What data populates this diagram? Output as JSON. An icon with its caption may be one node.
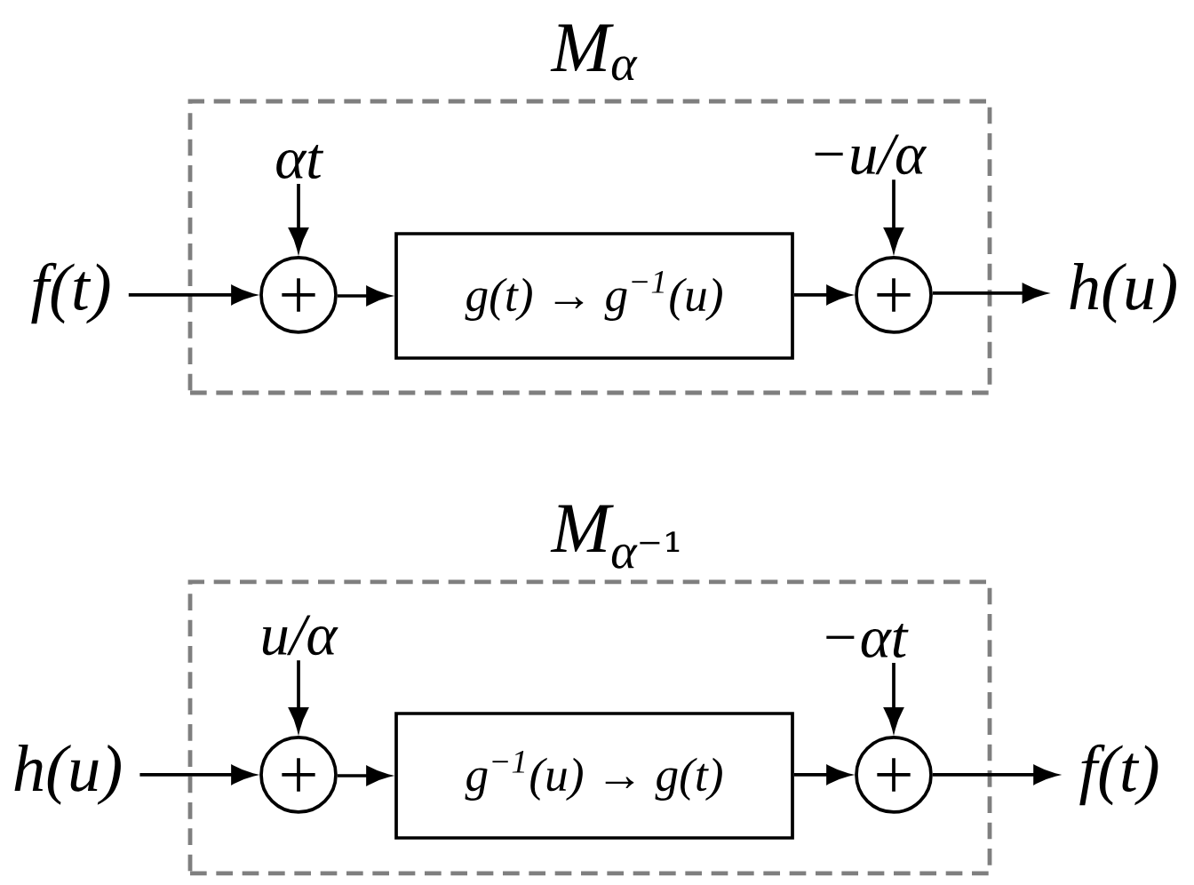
{
  "diagram": {
    "nodes": [
      {
        "text": [
          "M$_{α}$"
        ]
      },
      {
        "text": [
          "f(t)"
        ]
      },
      {
        "text": [
          "αt"
        ],
        "in": 0
      },
      {
        "text": [],
        "shape": "circle",
        "in": 0
      },
      {
        "text": [
          "g(t) → g$^{−1}$(u)"
        ],
        "in": 0
      },
      {
        "text": [
          "−u/α"
        ],
        "in": 0
      },
      {
        "text": [],
        "shape": "circle",
        "in": 0
      },
      {
        "text": [
          "h(u)"
        ]
      },
      {
        "text": [
          "M$_{α⁻¹}$"
        ]
      },
      {
        "text": [
          "h(u)"
        ]
      },
      {
        "text": [
          "u/α"
        ],
        "in": 8
      },
      {
        "text": [],
        "shape": "circle",
        "in": 8
      },
      {
        "text": [
          "g$^{−1}$(u) → g(t)"
        ],
        "in": 8
      },
      {
        "text": [
          "−αt"
        ],
        "in": 8
      },
      {
        "text": [],
        "shape": "circle",
        "in": 8
      },
      {
        "text": [
          "f(t)"
        ]
      }
    ],
    "edges": [
      {
        "from": 1,
        "to": 3,
        "arrow": "to"
      },
      {
        "from": 2,
        "to": 3,
        "arrow": "to"
      },
      {
        "from": 3,
        "to": 4,
        "arrow": "to"
      },
      {
        "from": 4,
        "to": 6,
        "arrow": "to"
      },
      {
        "from": 5,
        "to": 6,
        "arrow": "to"
      },
      {
        "from": 6,
        "to": 7,
        "arrow": "to"
      },
      {
        "from": 9,
        "to": 11,
        "arrow": "to"
      },
      {
        "from": 10,
        "to": 11,
        "arrow": "to"
      },
      {
        "from": 11,
        "to": 12,
        "arrow": "to"
      },
      {
        "from": 12,
        "to": 14,
        "arrow": "to"
      },
      {
        "from": 13,
        "to": 14,
        "arrow": "to"
      },
      {
        "from": 14,
        "to": 15,
        "arrow": "to"
      }
    ]
  }
}
